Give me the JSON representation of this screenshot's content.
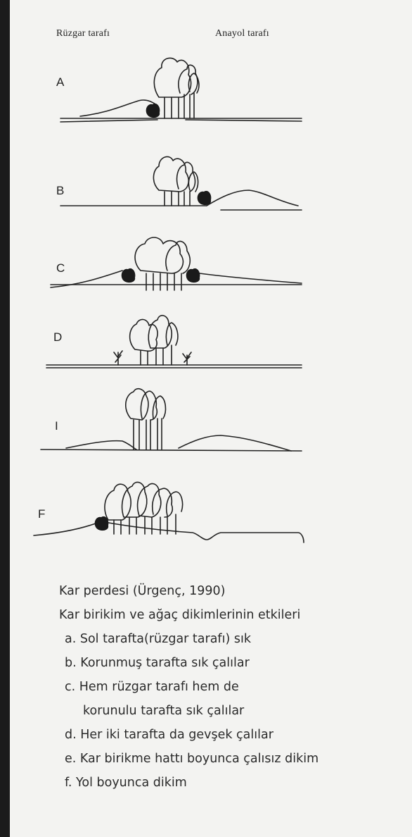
{
  "header": {
    "left": "Rüzgar tarafı",
    "right": "Anayol tarafı"
  },
  "diagrams": [
    {
      "id": "A",
      "label": "A"
    },
    {
      "id": "B",
      "label": "B"
    },
    {
      "id": "C",
      "label": "C"
    },
    {
      "id": "D",
      "label": "D"
    },
    {
      "id": "E",
      "label": "I"
    },
    {
      "id": "F",
      "label": "F"
    }
  ],
  "caption": {
    "title": "Kar perdesi (Ürgenç, 1990)",
    "subtitle": "Kar birikim ve ağaç dikimlerinin etkileri",
    "items": [
      "a. Sol tarafta(rüzgar tarafı) sık",
      "b. Korunmuş tarafta sık çalılar",
      "c. Hem rüzgar tarafı hem de",
      "korunulu tarafta sık çalılar",
      "d. Her iki tarafta da gevşek çalılar",
      "e. Kar birikme hattı boyunca çalısız dikim",
      "f. Yol boyunca dikim"
    ]
  },
  "colors": {
    "paper": "#f3f3f1",
    "ink": "#222222",
    "shrub": "#1a1a1a"
  }
}
